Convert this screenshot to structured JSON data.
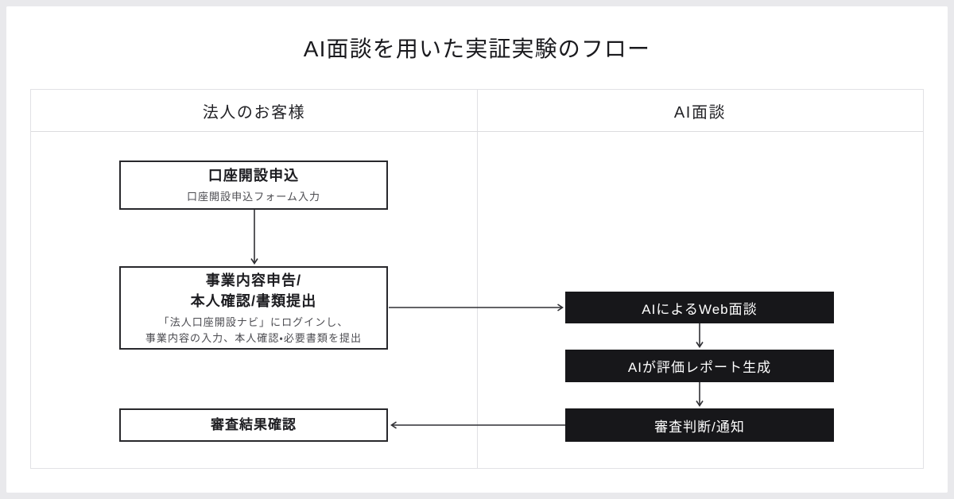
{
  "title": "AI面談を用いた実証実験のフロー",
  "columns": {
    "customer": "法人のお客様",
    "ai": "AI面談"
  },
  "flow": {
    "customer_steps": [
      {
        "title": "口座開設申込",
        "subtitle": "口座開設申込フォーム入力"
      },
      {
        "title": "事業内容申告/\n本人確認/書類提出",
        "subtitle": "「法人口座開設ナビ」にログインし、\n事業内容の入力、本人確認・必要書類を提出"
      },
      {
        "title": "審査結果確認"
      }
    ],
    "ai_steps": [
      {
        "label": "AIによるWeb面談"
      },
      {
        "label": "AIが評価レポート生成"
      },
      {
        "label": "審査判断/通知"
      }
    ]
  },
  "colors": {
    "frame_bg": "#e9e9ec",
    "table_border": "#e2e2e5",
    "customer_box_border": "#28282c",
    "ai_box_bg": "#17171a",
    "arrow": "#2f2f33"
  }
}
